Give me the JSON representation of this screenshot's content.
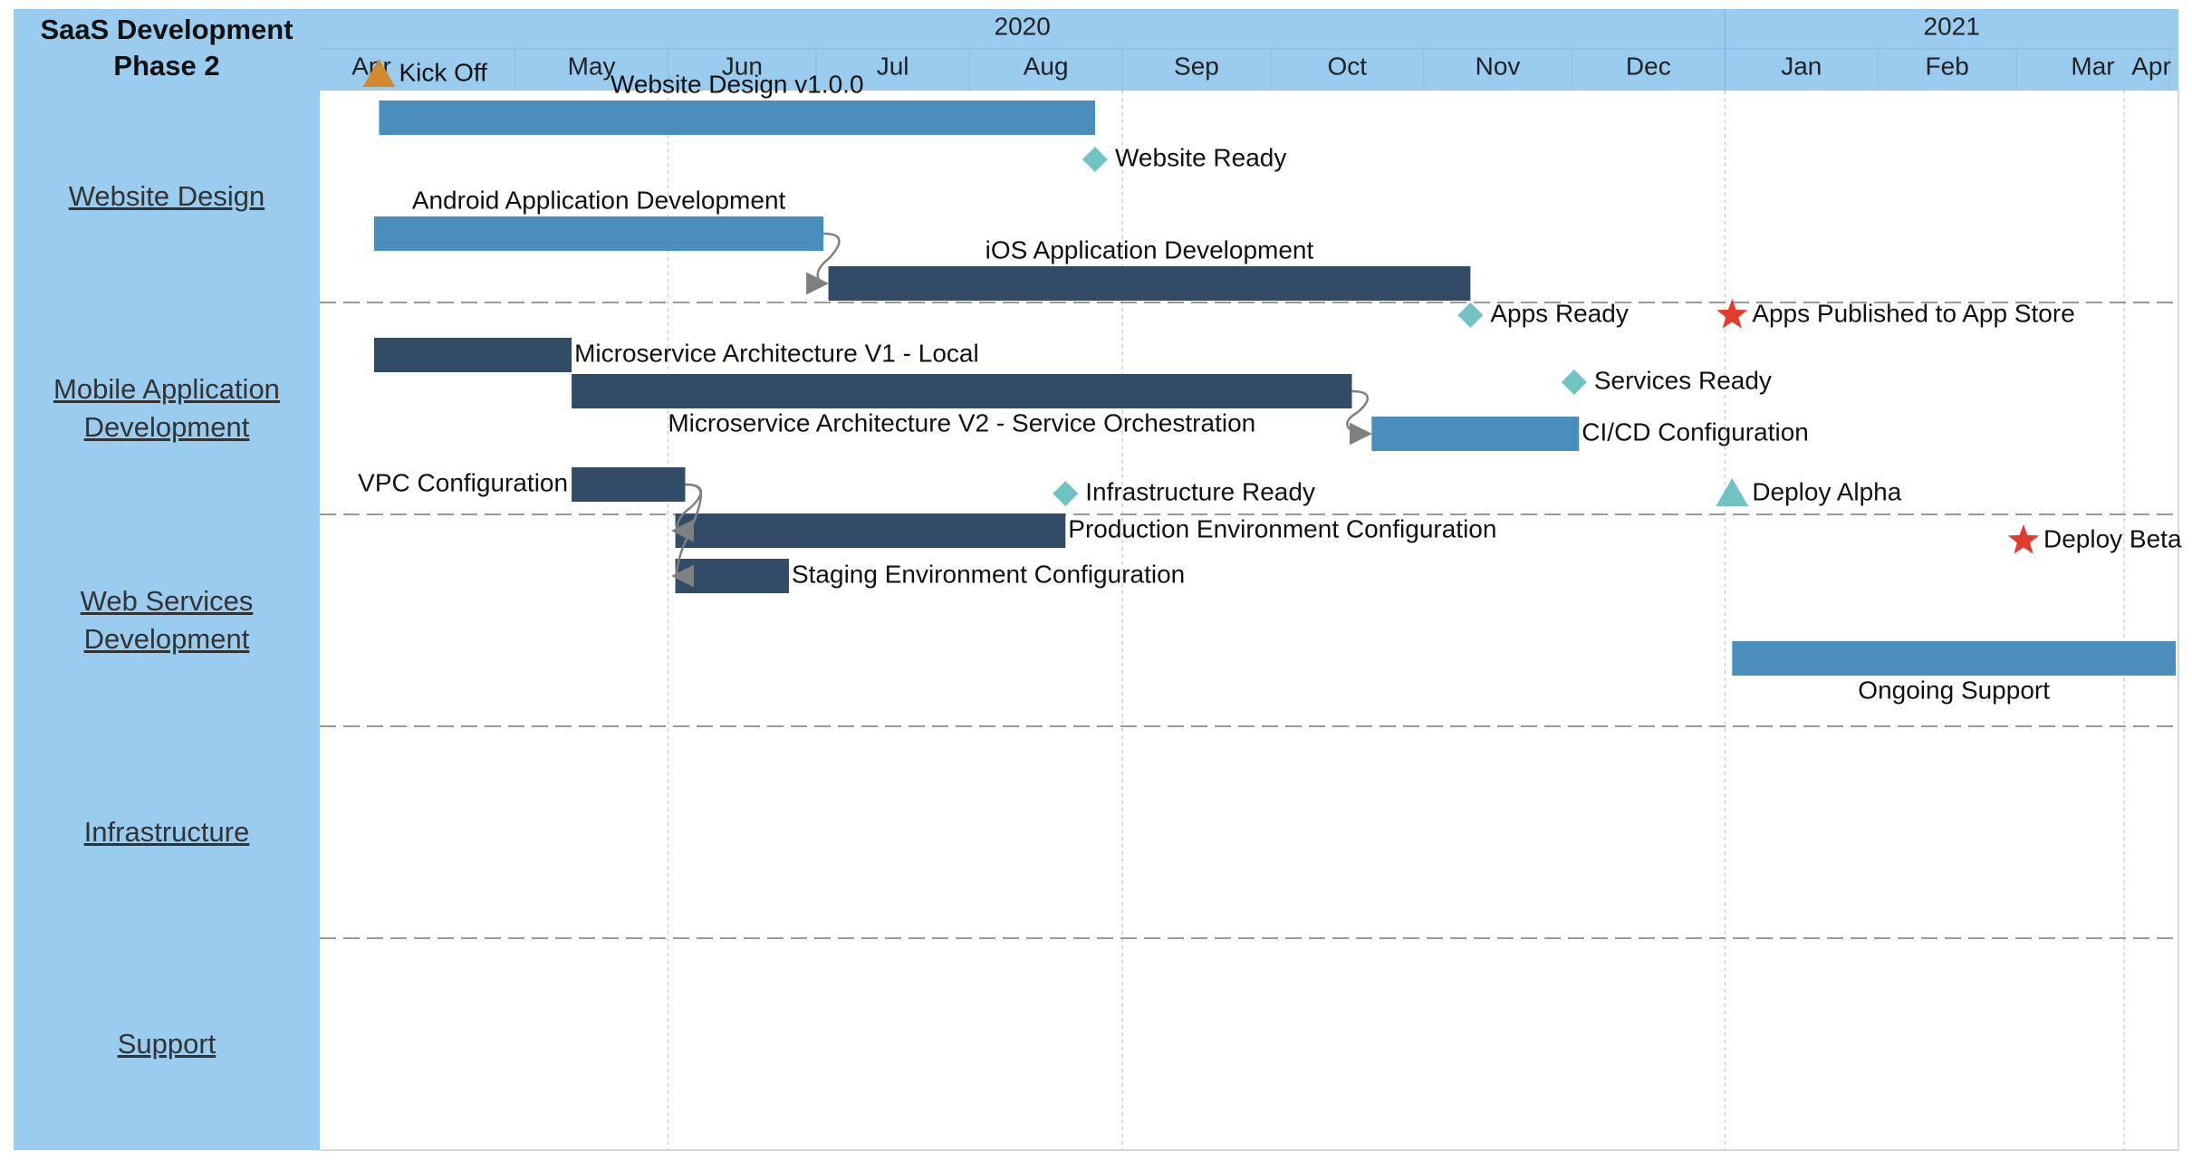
{
  "chart_data": {
    "type": "gantt",
    "title_lines": [
      "SaaS Development",
      "Phase 2"
    ],
    "timeline": {
      "years": [
        {
          "label": "2020",
          "start": "2020-04",
          "end": "2021-01"
        },
        {
          "label": "2021",
          "start": "2021-01",
          "end": "2021-04"
        }
      ],
      "months": [
        "Apr",
        "May",
        "Jun",
        "Jul",
        "Aug",
        "Sep",
        "Oct",
        "Nov",
        "Dec",
        "Jan",
        "Feb",
        "Mar",
        "Apr"
      ],
      "gridlines": [
        "Jun",
        "Sep",
        "Jan",
        "Apr"
      ]
    },
    "rows": [
      {
        "label_lines": [
          "Website Design"
        ],
        "tasks": [
          {
            "name": "Website Design v1.0.0",
            "start": "2020-04-02",
            "end": "2020-08-25",
            "color": "#4a8ebd",
            "label_pos": "above"
          }
        ],
        "milestones": [
          {
            "name": "Kick Off",
            "date": "2020-04-02",
            "shape": "triangle",
            "color": "#d5892f"
          },
          {
            "name": "Website Ready",
            "date": "2020-08-25",
            "shape": "diamond",
            "color": "#71c3c3"
          }
        ],
        "links": []
      },
      {
        "label_lines": [
          "Mobile Application",
          "Development"
        ],
        "tasks": [
          {
            "name": "Android Application Development",
            "start": "2020-04-01",
            "end": "2020-07-01",
            "color": "#4a8ebd",
            "label_pos": "above"
          },
          {
            "name": "iOS Application Development",
            "start": "2020-07-02",
            "end": "2020-11-09",
            "color": "#324b66",
            "label_pos": "above"
          }
        ],
        "milestones": [
          {
            "name": "Apps Ready",
            "date": "2020-11-09",
            "shape": "diamond",
            "color": "#71c3c3"
          },
          {
            "name": "Apps Published to App Store",
            "date": "2021-01-01",
            "shape": "star",
            "color": "#e53b2f"
          }
        ],
        "links": [
          {
            "from": "Android Application Development",
            "to": "iOS Application Development"
          }
        ]
      },
      {
        "label_lines": [
          "Web Services",
          "Development"
        ],
        "tasks": [
          {
            "name": "Microservice Architecture V1 - Local",
            "start": "2020-04-01",
            "end": "2020-05-11",
            "color": "#324b66",
            "label_pos": "right"
          },
          {
            "name": "Microservice Architecture V2 - Service Orchestration",
            "start": "2020-05-11",
            "end": "2020-10-16",
            "color": "#324b66",
            "label_pos": "below"
          },
          {
            "name": "CI/CD Configuration",
            "start": "2020-10-20",
            "end": "2020-12-01",
            "color": "#4a8ebd",
            "label_pos": "right"
          }
        ],
        "milestones": [
          {
            "name": "Services Ready",
            "date": "2020-11-30",
            "shape": "diamond",
            "color": "#71c3c3"
          }
        ],
        "links": [
          {
            "from": "Microservice Architecture V2 - Service Orchestration",
            "to": "CI/CD Configuration"
          }
        ]
      },
      {
        "label_lines": [
          "Infrastructure"
        ],
        "tasks": [
          {
            "name": "VPC Configuration",
            "start": "2020-05-11",
            "end": "2020-06-03",
            "color": "#324b66",
            "label_pos": "left"
          },
          {
            "name": "Production Environment Configuration",
            "start": "2020-06-01",
            "end": "2020-08-19",
            "color": "#324b66",
            "label_pos": "right"
          },
          {
            "name": "Staging Environment Configuration",
            "start": "2020-06-01",
            "end": "2020-06-24",
            "color": "#324b66",
            "label_pos": "right"
          }
        ],
        "milestones": [
          {
            "name": "Infrastructure Ready",
            "date": "2020-08-19",
            "shape": "diamond",
            "color": "#71c3c3"
          },
          {
            "name": "Deploy Alpha",
            "date": "2021-01-01",
            "shape": "triangle",
            "color": "#71c3c3"
          },
          {
            "name": "Deploy Beta",
            "date": "2021-03-01",
            "shape": "star",
            "color": "#e53b2f"
          }
        ],
        "links": [
          {
            "from": "VPC Configuration",
            "to": "Production Environment Configuration"
          },
          {
            "from": "VPC Configuration",
            "to": "Staging Environment Configuration"
          }
        ]
      },
      {
        "label_lines": [
          "Support"
        ],
        "tasks": [
          {
            "name": "Ongoing Support",
            "start": "2021-01-01",
            "end": "2021-04-15",
            "color": "#4a8ebd",
            "label_pos": "below"
          }
        ],
        "milestones": [],
        "links": []
      }
    ]
  },
  "colors": {
    "header_bg": "#99ccee",
    "divider": "#999999",
    "grid": "#cfcfcf",
    "text": "#111111",
    "link": "#808080"
  }
}
